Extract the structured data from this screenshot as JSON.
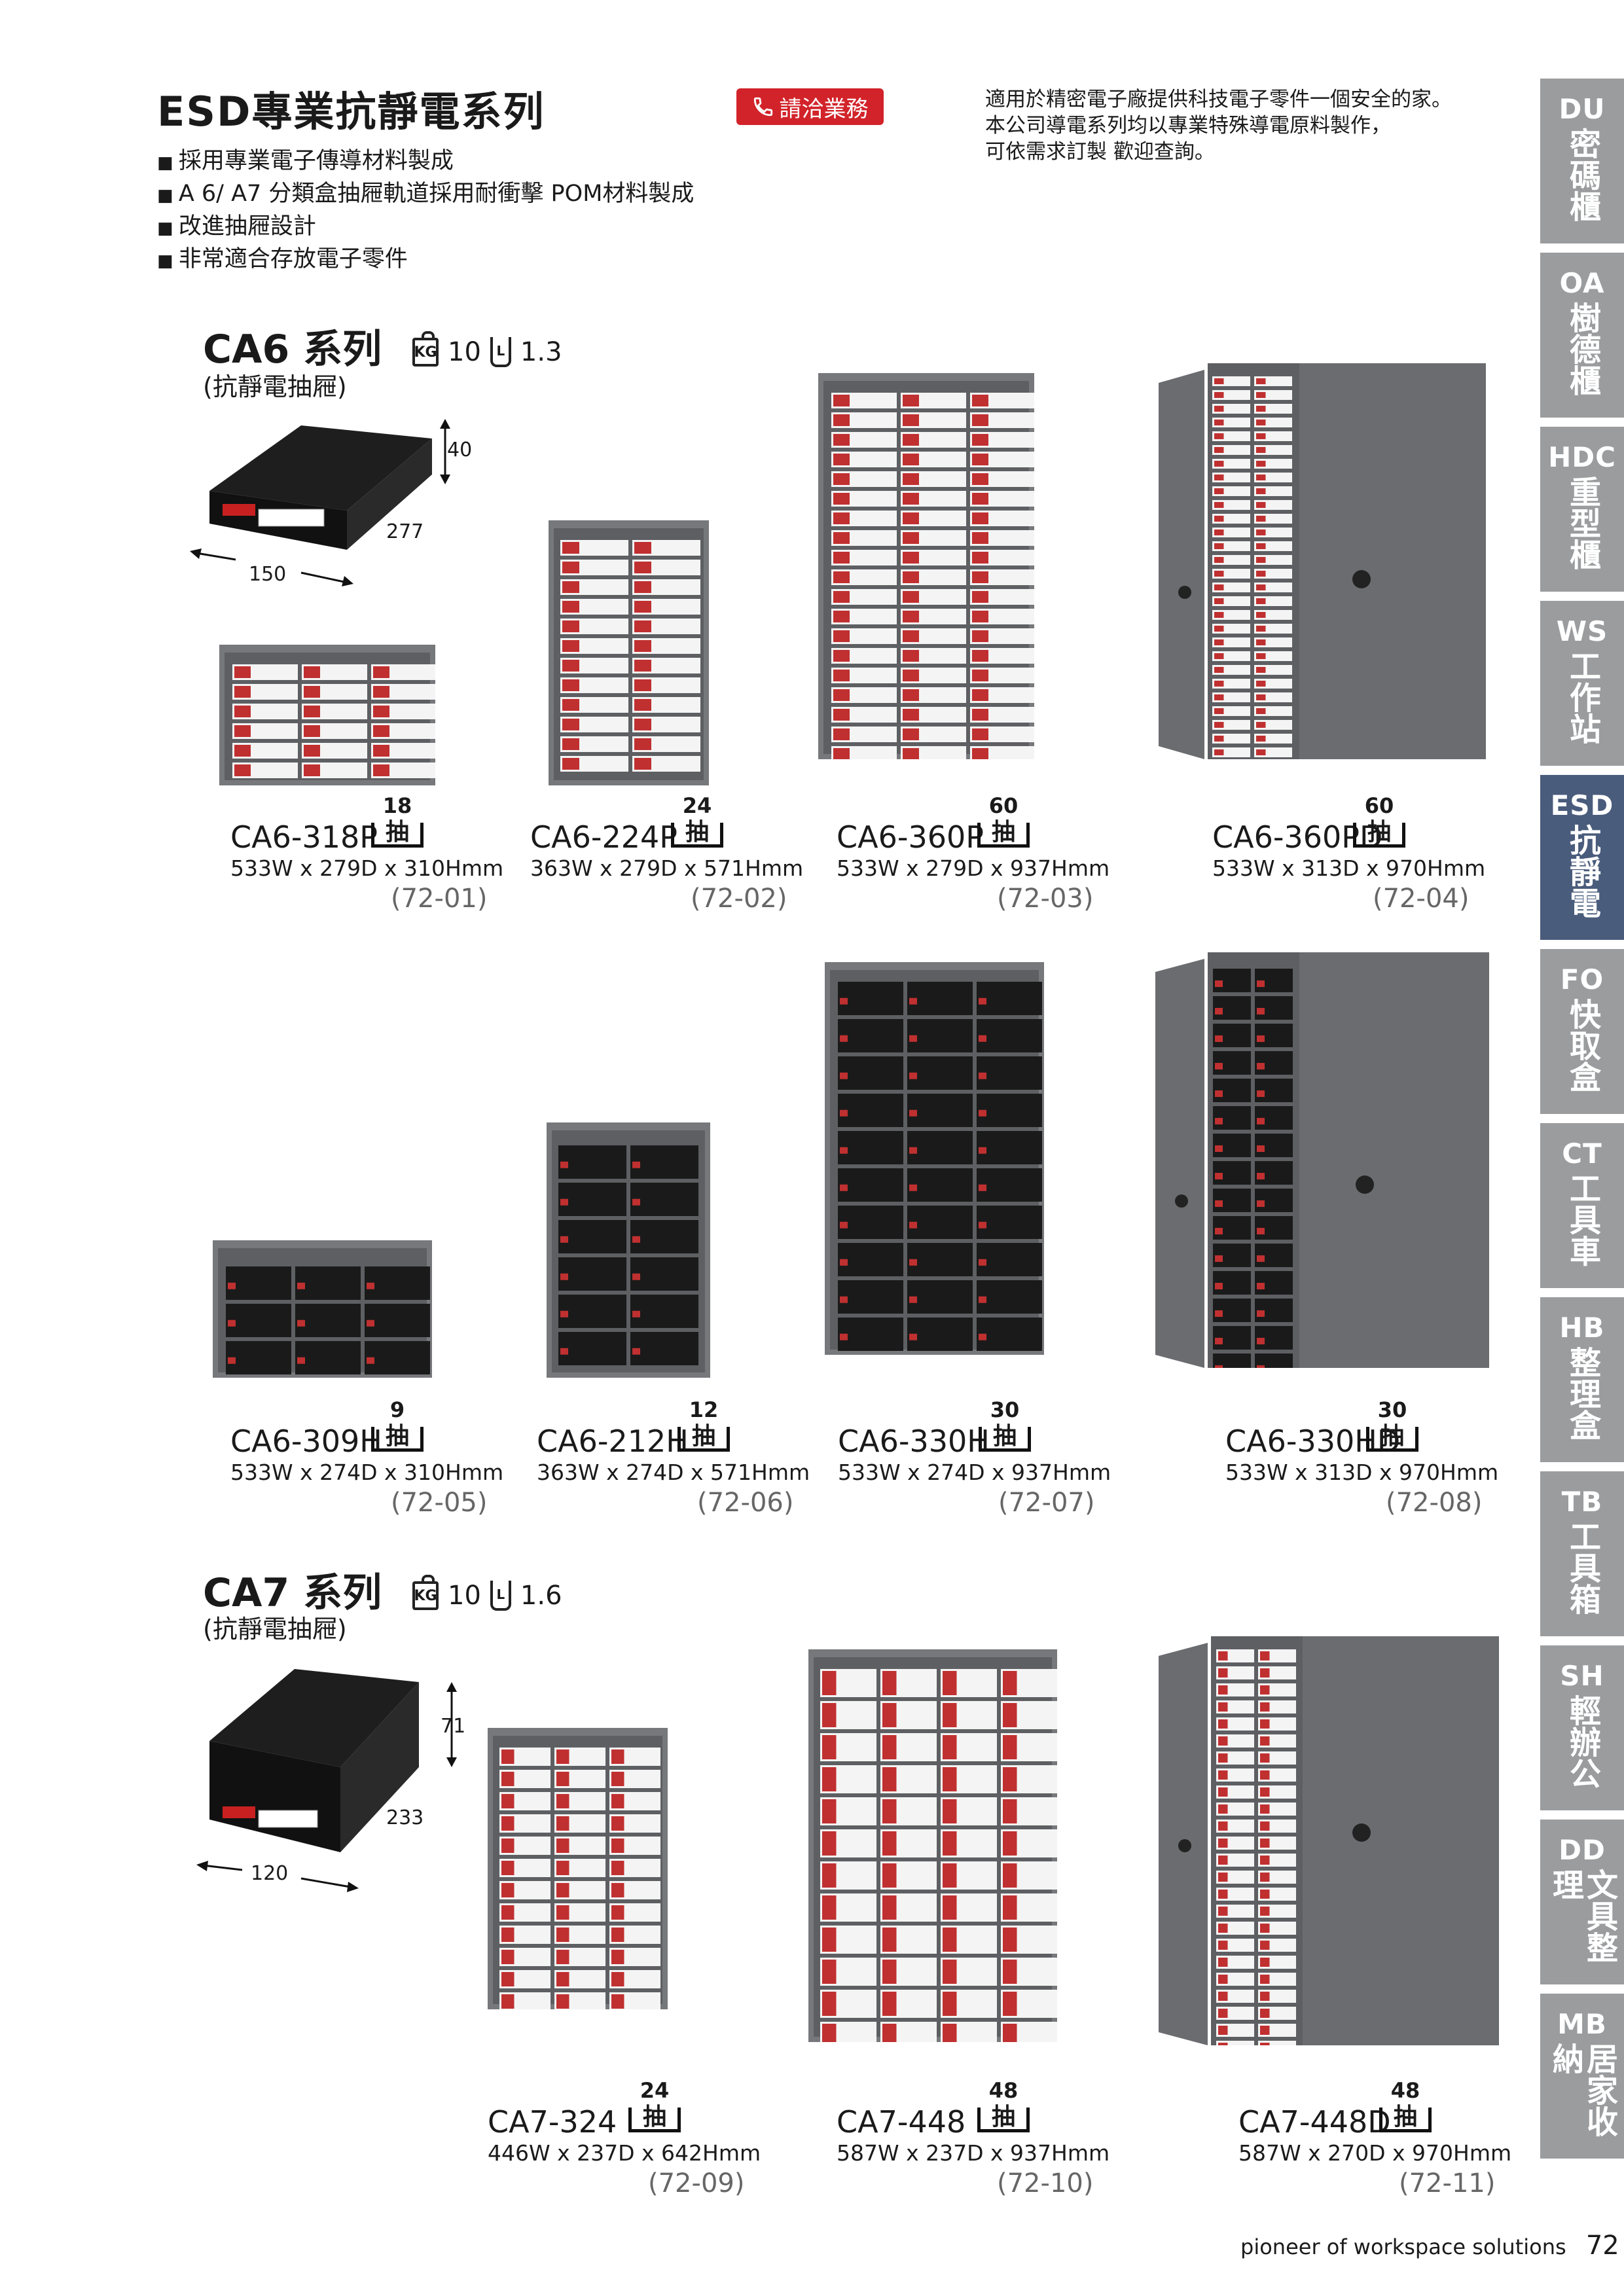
{
  "header": {
    "title": "ESD專業抗靜電系列",
    "contact_label": "請洽業務",
    "intro_lines": [
      "適用於精密電子廠提供科技電子零件一個安全的家。",
      "本公司導電系列均以專業特殊導電原料製作，",
      "可依需求訂製 歡迎查詢。"
    ],
    "bullets": [
      "採用專業電子傳導材料製成",
      "A 6/ A7 分類盒抽屜軌道採用耐衝擊 POM材料製成",
      "改進抽屜設計",
      "非常適合存放電子零件"
    ]
  },
  "series": [
    {
      "name": "CA6 系列",
      "sub": "(抗靜電抽屜)",
      "kg": "10",
      "liters": "1.3",
      "drawer_dims": {
        "h": "40",
        "d": "277",
        "w": "150"
      }
    },
    {
      "name": "CA7 系列",
      "sub": "(抗靜電抽屜)",
      "kg": "10",
      "liters": "1.6",
      "drawer_dims": {
        "h": "71",
        "d": "233",
        "w": "120"
      }
    }
  ],
  "icons": {
    "kg": "KG",
    "liter": "L",
    "drawer": "抽"
  },
  "products": [
    {
      "name": "CA6-318P",
      "count": "18",
      "dims": "533W x 279D x 310Hmm",
      "code": "(72-01)"
    },
    {
      "name": "CA6-224P",
      "count": "24",
      "dims": "363W x 279D x 571Hmm",
      "code": "(72-02)"
    },
    {
      "name": "CA6-360P",
      "count": "60",
      "dims": "533W x 279D x 937Hmm",
      "code": "(72-03)"
    },
    {
      "name": "CA6-360PD",
      "count": "60",
      "dims": "533W x 313D x 970Hmm",
      "code": "(72-04)"
    },
    {
      "name": "CA6-309H",
      "count": "9",
      "dims": "533W x 274D x 310Hmm",
      "code": "(72-05)"
    },
    {
      "name": "CA6-212H",
      "count": "12",
      "dims": "363W x 274D x 571Hmm",
      "code": "(72-06)"
    },
    {
      "name": "CA6-330H",
      "count": "30",
      "dims": "533W x 274D x 937Hmm",
      "code": "(72-07)"
    },
    {
      "name": "CA6-330HD",
      "count": "30",
      "dims": "533W x 313D x 970Hmm",
      "code": "(72-08)"
    },
    {
      "name": "CA7-324",
      "count": "24",
      "dims": "446W x 237D x 642Hmm",
      "code": "(72-09)"
    },
    {
      "name": "CA7-448",
      "count": "48",
      "dims": "587W x 237D x 937Hmm",
      "code": "(72-10)"
    },
    {
      "name": "CA7-448D",
      "count": "48",
      "dims": "587W x 270D x 970Hmm",
      "code": "(72-11)"
    }
  ],
  "tabs": [
    {
      "code": "DU",
      "zh": "密碼櫃"
    },
    {
      "code": "OA",
      "zh": "樹德櫃"
    },
    {
      "code": "HDC",
      "zh": "重型櫃"
    },
    {
      "code": "WS",
      "zh": "工作站"
    },
    {
      "code": "ESD",
      "zh": "抗靜電",
      "active": true
    },
    {
      "code": "FO",
      "zh": "快取盒"
    },
    {
      "code": "CT",
      "zh": "工具車"
    },
    {
      "code": "HB",
      "zh": "整理盒"
    },
    {
      "code": "TB",
      "zh": "工具箱"
    },
    {
      "code": "SH",
      "zh": "輕辦公"
    },
    {
      "code": "DD",
      "zh": "文具整理"
    },
    {
      "code": "MB",
      "zh": "居家收納"
    }
  ],
  "footer": {
    "slogan": "pioneer of workspace solutions",
    "page": "72"
  },
  "colors": {
    "accent_red": "#d2232a",
    "tab_gray": "#9a9c9e",
    "tab_active": "#4a5c7c",
    "cabinet": "#5d5f62"
  }
}
